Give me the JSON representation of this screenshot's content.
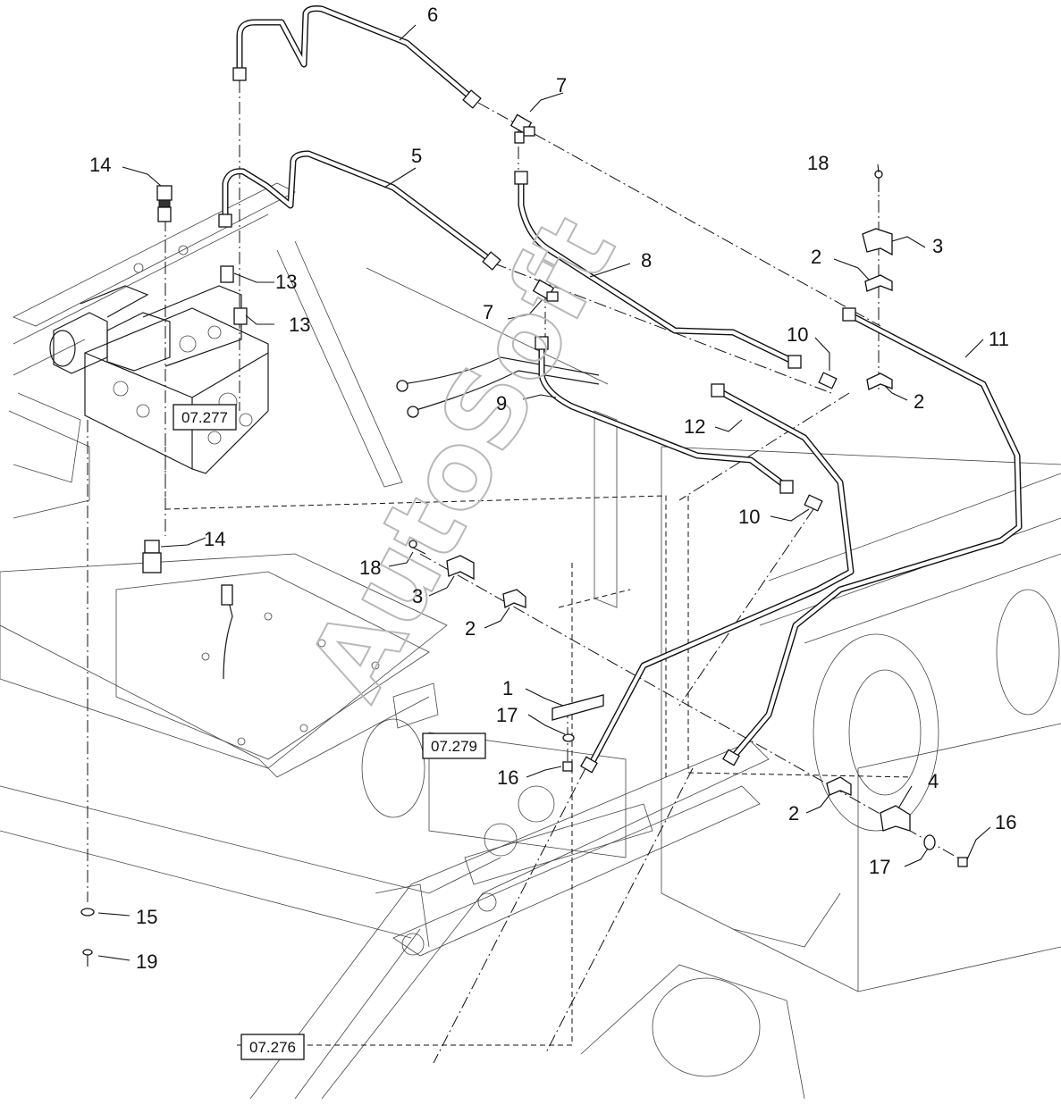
{
  "watermark": "AutoSoft",
  "references": {
    "ref_valve_block": "07.277",
    "ref_center": "07.279",
    "ref_bottom": "07.276"
  },
  "callouts": {
    "c1": "1",
    "c2a": "2",
    "c2b": "2",
    "c2c": "2",
    "c2d": "2",
    "c3a": "3",
    "c3b": "3",
    "c4": "4",
    "c5": "5",
    "c6": "6",
    "c7a": "7",
    "c7b": "7",
    "c8": "8",
    "c9": "9",
    "c10a": "10",
    "c10b": "10",
    "c11": "11",
    "c12": "12",
    "c13a": "13",
    "c13b": "13",
    "c14a": "14",
    "c14b": "14",
    "c15": "15",
    "c16a": "16",
    "c16b": "16",
    "c17a": "17",
    "c17b": "17",
    "c18a": "18",
    "c18b": "18",
    "c19": "19"
  }
}
